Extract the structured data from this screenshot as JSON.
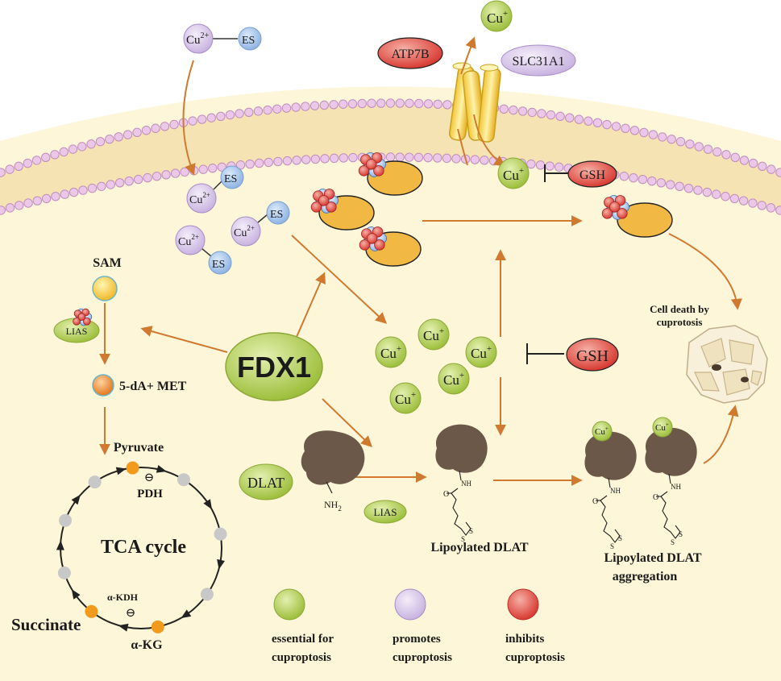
{
  "labels": {
    "cu": "Cu",
    "sup_2plus": "2+",
    "sup_plus": "+",
    "es": "ES",
    "atp7b": "ATP7B",
    "slc31a1": "SLC31A1",
    "gsh": "GSH",
    "sam": "SAM",
    "lias": "LIAS",
    "fivedamet": "5-dA+ MET",
    "fdx1": "FDX1",
    "pyruvate": "Pyruvate",
    "pdh": "PDH",
    "tca": "TCA cycle",
    "akdh": "α-KDH",
    "akg": "α-KG",
    "succinate": "Succinate",
    "minus": "⊖",
    "dlat": "DLAT",
    "nh2": "NH",
    "nh2_sub": "2",
    "nh": "NH",
    "s": "S",
    "o": "O",
    "lipoylated": "Lipoylated DLAT",
    "agg_line1": "Lipoylated DLAT",
    "agg_line2": "aggregation",
    "death_line1": "Cell death by",
    "death_line2": "cuprotosis"
  },
  "legend": [
    {
      "line1": "essential for",
      "line2": "cuproptosis",
      "color": "#a9c94a"
    },
    {
      "line1": "promotes",
      "line2": "cuproptosis",
      "color": "#d9c8ea"
    },
    {
      "line1": "inhibits",
      "line2": "cuproptosis",
      "color": "#e04a40"
    }
  ],
  "colors": {
    "cytoplasm": "#fdf6d8",
    "membrane_band": "#f6e3b4",
    "lipid_head": "#e6c6e4",
    "arrow": "#d07a30",
    "essential": "#a9c94a",
    "promotes": "#d9c8ea",
    "inhibits": "#e04a40",
    "es_blue": "#a6c6ec",
    "protein": "#6b5848",
    "fes_body": "#f2b844"
  }
}
